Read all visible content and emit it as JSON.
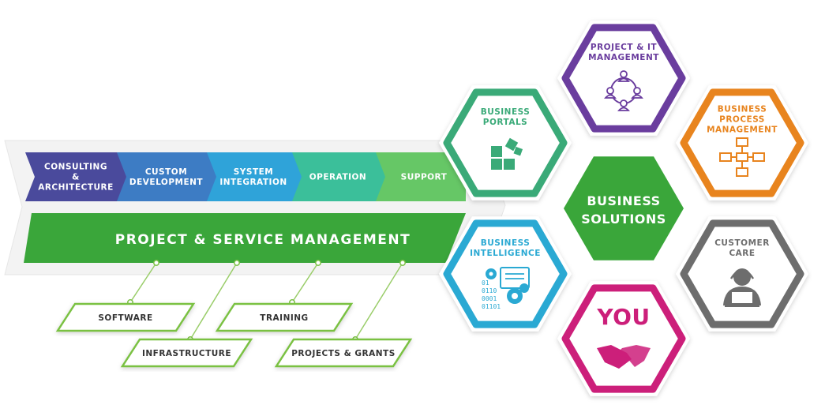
{
  "steps": [
    {
      "lines": [
        "CONSULTING",
        "&",
        "ARCHITECTURE"
      ],
      "color": "#4a4a9c"
    },
    {
      "lines": [
        "CUSTOM",
        "DEVELOPMENT"
      ],
      "color": "#3d7cc4"
    },
    {
      "lines": [
        "SYSTEM",
        "INTEGRATION"
      ],
      "color": "#2fa3d9"
    },
    {
      "lines": [
        "OPERATION"
      ],
      "color": "#3bbf9a"
    },
    {
      "lines": [
        "SUPPORT"
      ],
      "color": "#66c766"
    }
  ],
  "band": {
    "label": "PROJECT & SERVICE MANAGEMENT",
    "color": "#3aa63a"
  },
  "services": [
    {
      "label": "SOFTWARE"
    },
    {
      "label": "TRAINING"
    },
    {
      "label": "INFRASTRUCTURE"
    },
    {
      "label": "PROJECTS & GRANTS"
    }
  ],
  "hexes": {
    "center": {
      "lines": [
        "BUSINESS",
        "SOLUTIONS"
      ],
      "color": "#3aa63a"
    },
    "portals": {
      "lines": [
        "BUSINESS",
        "PORTALS"
      ],
      "color": "#3aaa78",
      "icon": "blocks-icon"
    },
    "pm": {
      "lines": [
        "PROJECT & IT",
        "MANAGEMENT"
      ],
      "color": "#6a3d9e",
      "icon": "team-cycle-icon"
    },
    "bpm": {
      "lines": [
        "BUSINESS",
        "PROCESS",
        "MANAGEMENT"
      ],
      "color": "#e8841e",
      "icon": "flowchart-icon"
    },
    "bi": {
      "lines": [
        "BUSINESS",
        "INTELLIGENCE"
      ],
      "color": "#2aa9d3",
      "icon": "data-gears-icon"
    },
    "care": {
      "lines": [
        "CUSTOMER",
        "CARE"
      ],
      "color": "#6d6d6d",
      "icon": "support-agent-icon"
    },
    "you": {
      "lines": [
        "YOU"
      ],
      "color": "#cc1f7a",
      "icon": "handshake-icon"
    }
  }
}
